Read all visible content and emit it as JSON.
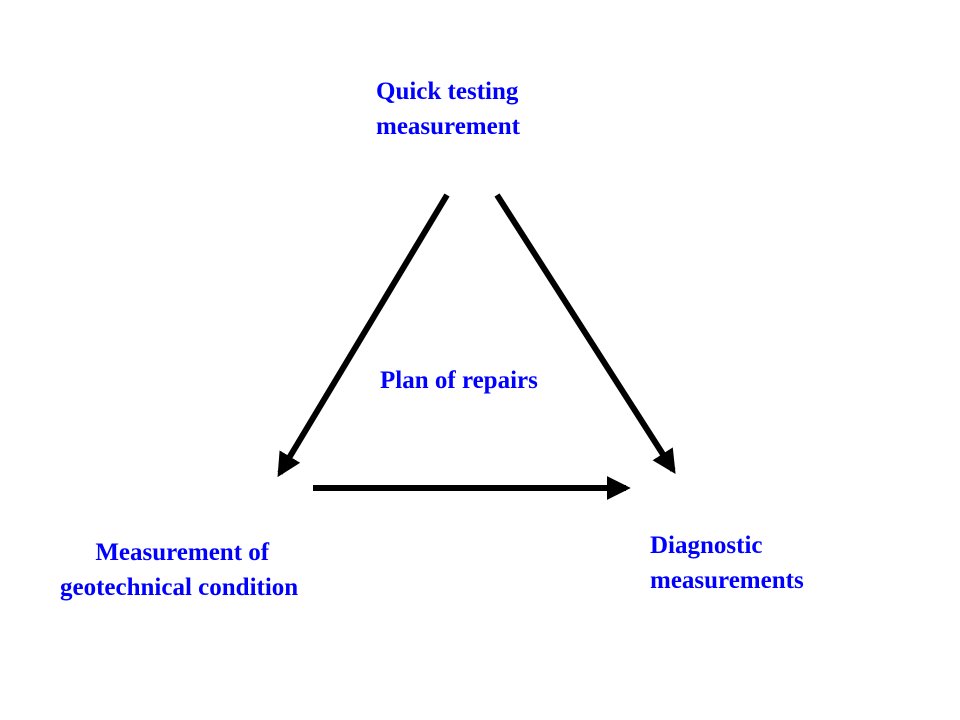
{
  "colors": {
    "label_text": "#0000FF",
    "arrow": "#000000",
    "background": "#FFFFFF"
  },
  "nodes": {
    "top": {
      "line1": "Quick testing",
      "line2": "measurement"
    },
    "center": {
      "text": "Plan of repairs"
    },
    "bottom_left": {
      "line1": " Measurement of",
      "line2": "geotechnical condition"
    },
    "bottom_right": {
      "line1": "Diagnostic",
      "line2": "measurements"
    }
  },
  "edges": [
    {
      "from": "top",
      "to": "bottom_left"
    },
    {
      "from": "top",
      "to": "bottom_right"
    },
    {
      "from": "bottom_left",
      "to": "bottom_right"
    }
  ]
}
